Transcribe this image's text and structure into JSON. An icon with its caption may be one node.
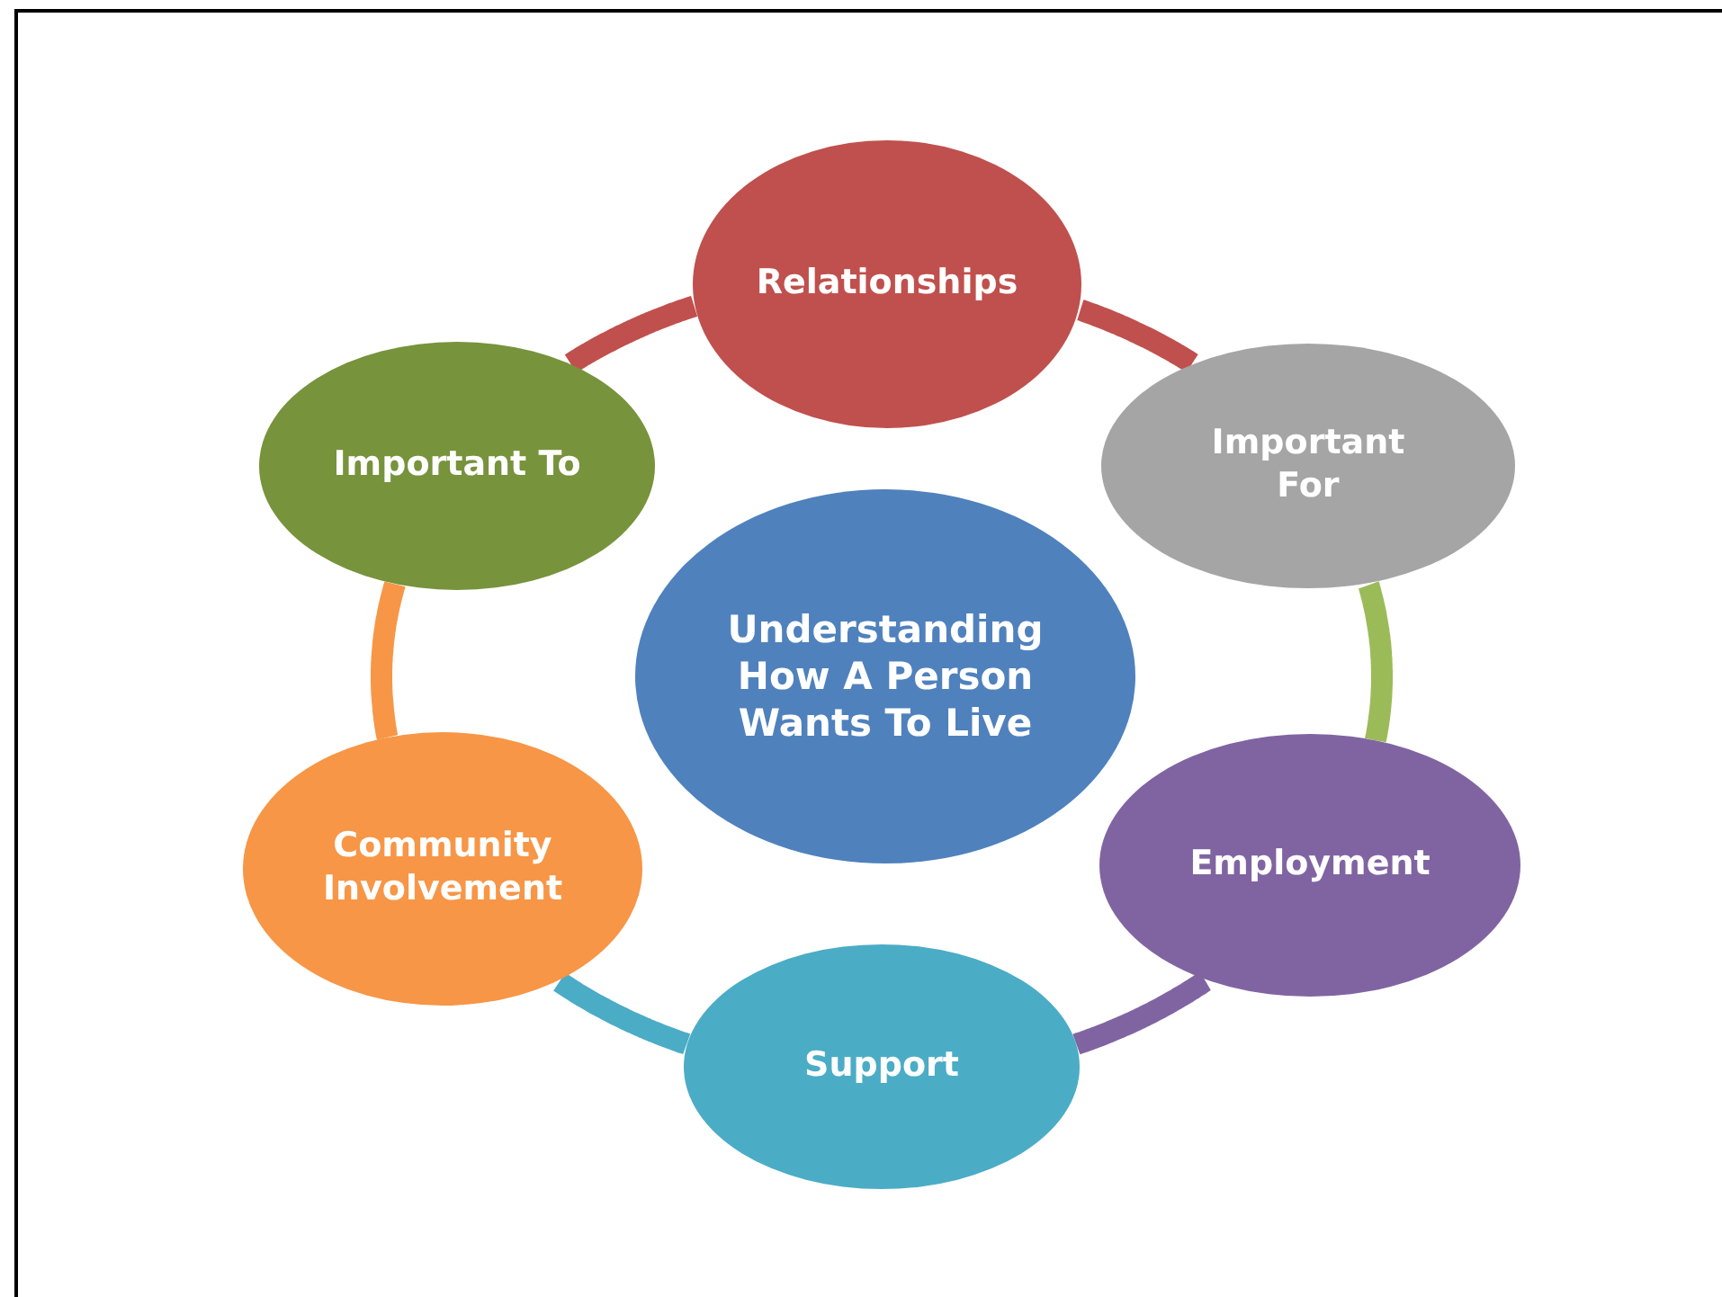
{
  "diagram": {
    "nodes": [
      {
        "text": [
          "Relationships"
        ]
      },
      {
        "text": [
          "Important For"
        ]
      },
      {
        "text": [
          "Employment"
        ]
      },
      {
        "text": [
          "Support"
        ]
      },
      {
        "text": [
          "Community Involvement"
        ]
      },
      {
        "text": [
          "Important To"
        ]
      },
      {
        "text": [
          "Understanding How A Person Wants To Live"
        ]
      }
    ],
    "edges": [
      {
        "from": 0,
        "to": 1,
        "arrow": "none",
        "color": "#c0504d"
      },
      {
        "from": 1,
        "to": 2,
        "arrow": "none",
        "color": "#9bbb59"
      },
      {
        "from": 2,
        "to": 3,
        "arrow": "none",
        "color": "#8064a2"
      },
      {
        "from": 3,
        "to": 4,
        "arrow": "none",
        "color": "#4bacc6"
      },
      {
        "from": 4,
        "to": 5,
        "arrow": "none",
        "color": "#f79646"
      },
      {
        "from": 5,
        "to": 0,
        "arrow": "none",
        "color": "#c0504d"
      }
    ]
  }
}
